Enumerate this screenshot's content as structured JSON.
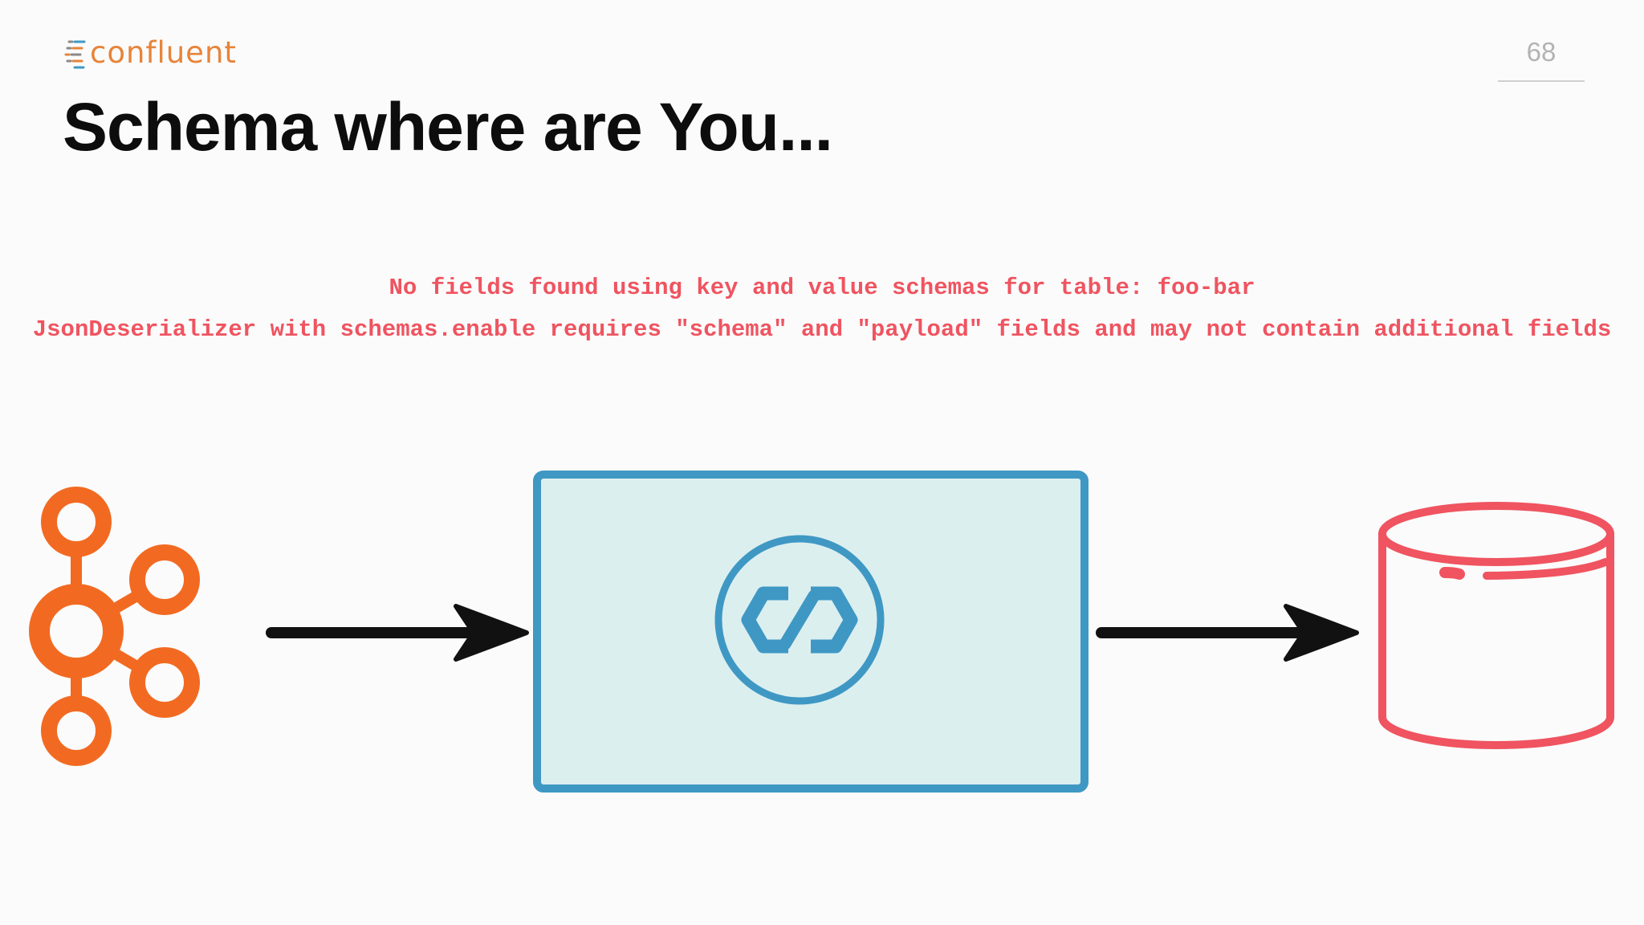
{
  "brand": {
    "logo_text": "confluent",
    "accent_color": "#e7843a"
  },
  "slide": {
    "page_number": "68",
    "title": "Schema where are You..."
  },
  "errors": [
    "No fields found using key and value schemas for table: foo-bar",
    "JsonDeserializer with schemas.enable requires \"schema\" and \"payload\" fields and may not contain additional fields"
  ],
  "diagram": {
    "nodes": [
      {
        "id": "kafka",
        "icon": "kafka-icon",
        "color": "#f26a21"
      },
      {
        "id": "connect",
        "icon": "kafka-connect-icon",
        "color": "#3f98c4",
        "fill": "#dcefef"
      },
      {
        "id": "database",
        "icon": "database-icon",
        "color": "#ef5460"
      }
    ],
    "edges": [
      {
        "from": "kafka",
        "to": "connect"
      },
      {
        "from": "connect",
        "to": "database"
      }
    ]
  }
}
